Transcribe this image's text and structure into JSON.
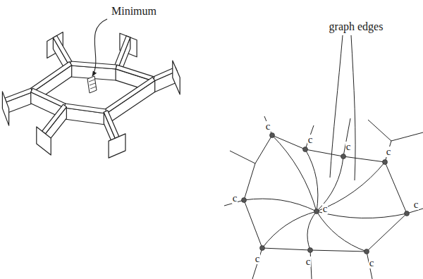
{
  "diagram": {
    "labels": [
      "Minimum",
      "graph edges",
      "c",
      "c",
      "c",
      "c",
      "c",
      "c",
      "c",
      "c",
      "c",
      "c"
    ]
  }
}
